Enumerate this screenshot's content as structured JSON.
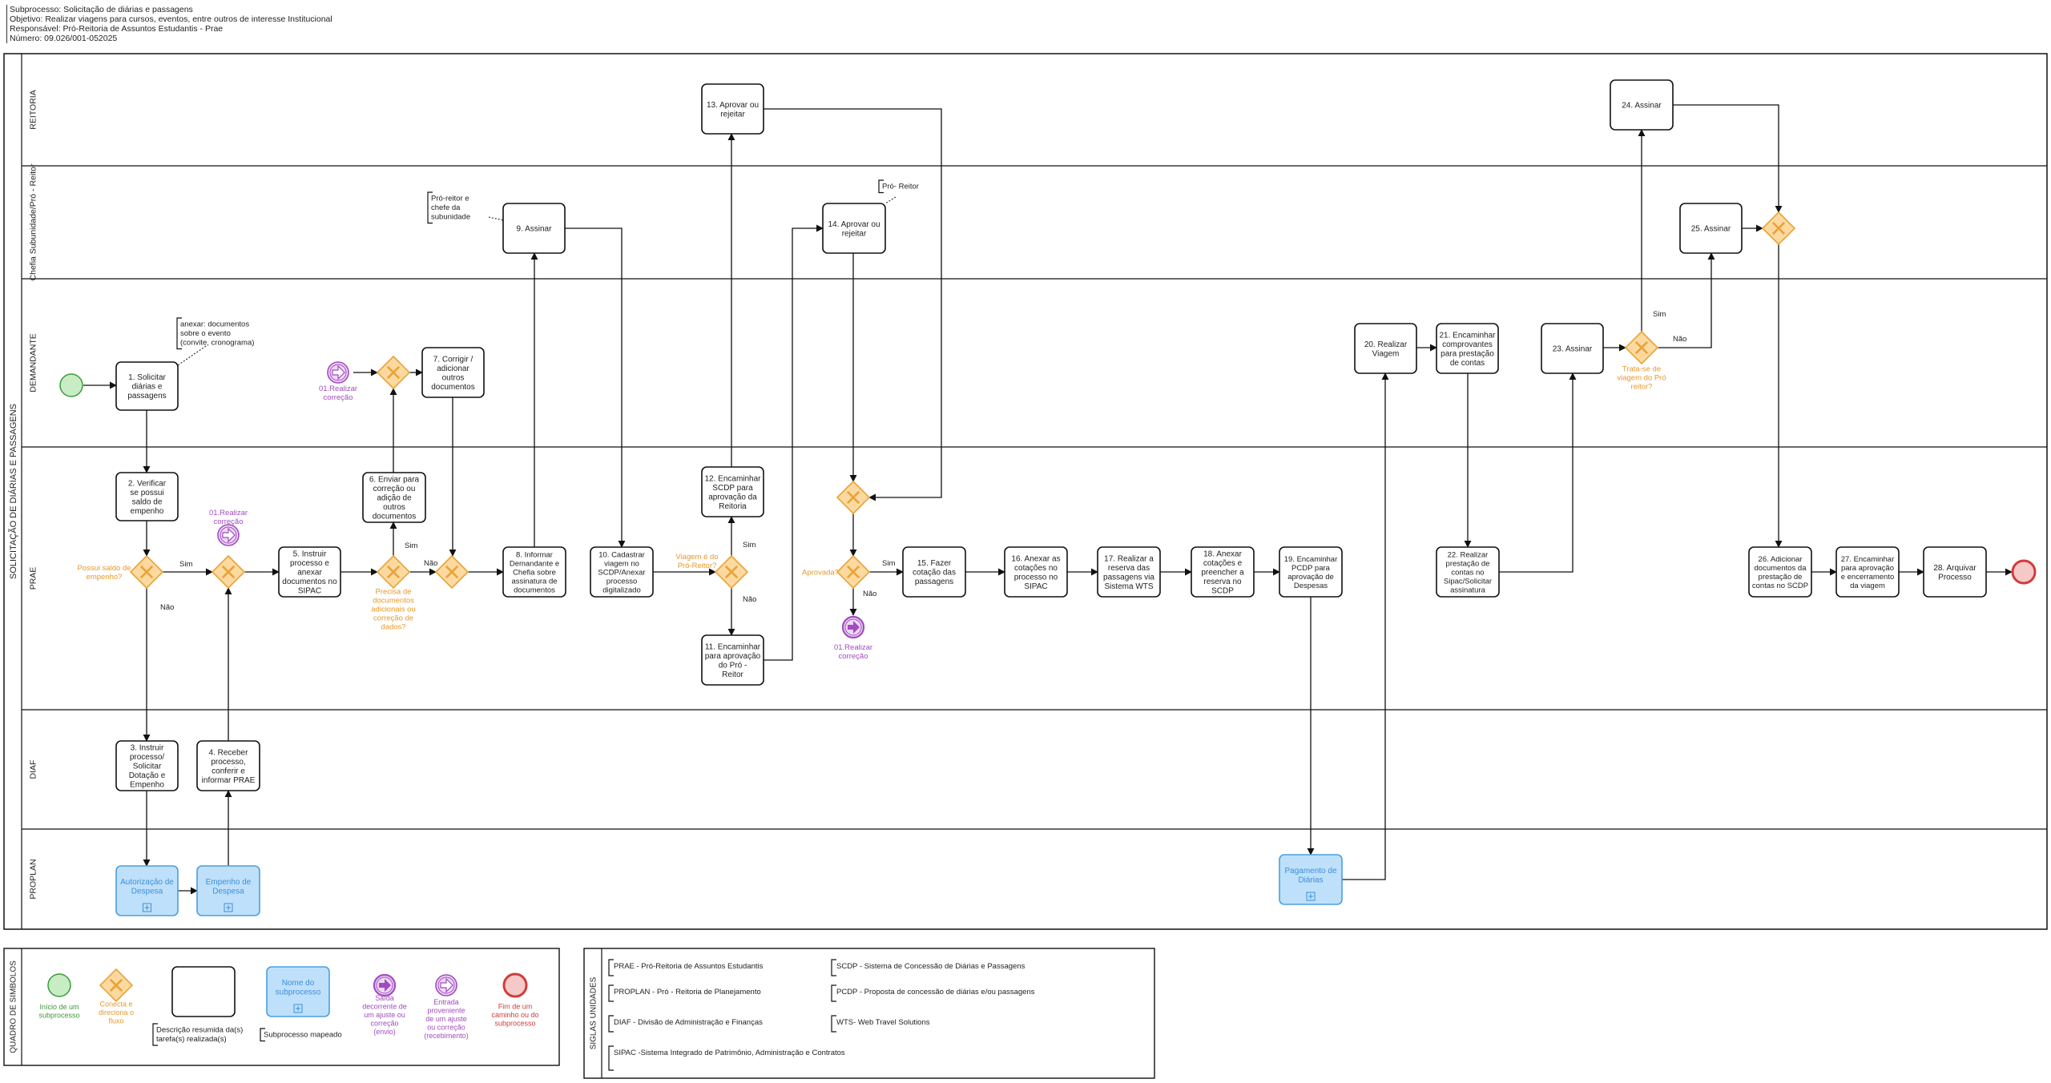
{
  "header": {
    "line1": "Subprocesso: Solicitação de diárias e passagens",
    "line2": "Objetivo: Realizar viagens para cursos, eventos, entre outros de interesse Institucional",
    "line3": "Responsável: Pró-Reitoria de Assuntos Estudantis - Prae",
    "line4": "Número: 09.026/001-052025"
  },
  "pool": {
    "title": "SOLICITAÇÃO DE DIÁRIAS E PASSAGENS"
  },
  "lanes": {
    "reitoria": "REITORIA",
    "chefia": "Chefia Subunidade/Pró - Reitor",
    "demandante": "DEMANDANTE",
    "prae": "PRAE",
    "diaf": "DIAF",
    "proplan": "PROPLAN"
  },
  "tasks": {
    "t1": "1. Solicitar diárias e passagens",
    "t2": "2. Verificar se possui saldo de empenho",
    "t3": "3. Instruir processo/ Solicitar Dotação e Empenho",
    "t4": "4. Receber processo, conferir e informar PRAE",
    "t5": "5. Instruir processo e anexar documentos no SIPAC",
    "t6": "6. Enviar para correção ou adição de outros documentos",
    "t7": "7. Corrigir / adicionar outros documentos",
    "t8": "8. Informar Demandante e Chefia sobre assinatura de documentos",
    "t9": "9. Assinar",
    "t10": "10. Cadastrar viagem no SCDP/Anexar processo digitalizado",
    "t11": "11. Encaminhar para aprovação do Pró - Reitor",
    "t12": "12. Encaminhar SCDP para aprovação da Reitoria",
    "t13": "13. Aprovar ou rejeitar",
    "t14": "14. Aprovar ou rejeitar",
    "t15": "15. Fazer cotação das passagens",
    "t16": "16. Anexar as cotações no processo no SIPAC",
    "t17": "17. Realizar a reserva das passagens via Sistema WTS",
    "t18": "18. Anexar cotações e preencher a reserva no SCDP",
    "t19": "19. Encaminhar PCDP para aprovação de Despesas",
    "t20": "20. Realizar Viagem",
    "t21": "21. Encaminhar comprovantes para prestação de contas",
    "t22": "22. Realizar prestação de contas no Sipac/Solicitar assinatura",
    "t23": "23. Assinar",
    "t24": "24. Assinar",
    "t25": "25. Assinar",
    "t26": "26. Adicionar documentos da prestação de contas no SCDP",
    "t27": "27. Encaminhar para aprovação e encerramento da viagem",
    "t28": "28. Arquivar Processo"
  },
  "subprocesses": {
    "s1": "Autorização de Despesa",
    "s2": "Empenho de Despesa",
    "s3": "Pagamento de Diárias"
  },
  "gateways": {
    "g1": "Possui saldo de empenho?",
    "g2": "Precisa de documentos adicionais ou correção de dados?",
    "g3": "Viagem é do Pró-Reitor?",
    "g4": "Aprovada?",
    "g5": "Trata-se de viagem do Pró reitor?"
  },
  "events": {
    "e_corr1": "01.Realizar correção",
    "e_corr2": "01.Realizar correção",
    "e_corr3": "01.Realizar correção"
  },
  "flow_labels": {
    "sim": "Sim",
    "nao": "Não"
  },
  "annotations": {
    "a1": "anexar: documentos sobre o evento (convite, cronograma)",
    "a2": "Pró-reitor e chefe da subunidade",
    "a3": "Pró- Reitor"
  },
  "legend": {
    "title": "QUADRO DE SIMBOLOS",
    "start": "Início de um subprocesso",
    "gateway": "Conecta e direciona o fluxo",
    "task_desc": "Descrição resumida da(s) tarefa(s) realizada(s)",
    "subprocess_name": "Nome do subprocesso",
    "subprocess_mapped": "Subprocesso mapeado",
    "throw": "Saída decorrente de um ajuste ou correção (envio)",
    "catch": "Entrada proveniente de um ajuste ou correção (recebimento)",
    "end": "Fim de um caminho ou do subprocesso"
  },
  "siglas": {
    "title": "SIGLAS UNIDADES",
    "prae": "PRAE - Pró-Reitoria de Assuntos Estudantis",
    "proplan": "PROPLAN - Pró - Reitoria de Planejamento",
    "diaf": "DIAF - Divisão de Administração e Finanças",
    "sipac": "SIPAC -Sistema Integrado de Patrimônio, Administração e Contratos",
    "scdp": "SCDP - Sistema de Concessão de Diárias e Passagens",
    "pcdp": "PCDP - Proposta de concessão de diárias e/ou passagens",
    "wts": "WTS- Web Travel Solutions"
  },
  "colors": {
    "line": "#111111",
    "start_fill": "#c8ecc4",
    "start_stroke": "#3a9a3a",
    "end_fill": "#f6c9c9",
    "end_stroke": "#d23b3b",
    "gateway_fill": "#fcd9a0",
    "gateway_stroke": "#e9a338",
    "gateway_text": "#e8982a",
    "sub_fill": "#bfe0fb",
    "sub_stroke": "#4a9fe0",
    "sub_text": "#3d8fd6",
    "event_purple": "#a24bbf",
    "event_fill_light": "#ecd8f5",
    "legend_green": "#3a9a3a",
    "legend_red": "#d23b3b"
  }
}
